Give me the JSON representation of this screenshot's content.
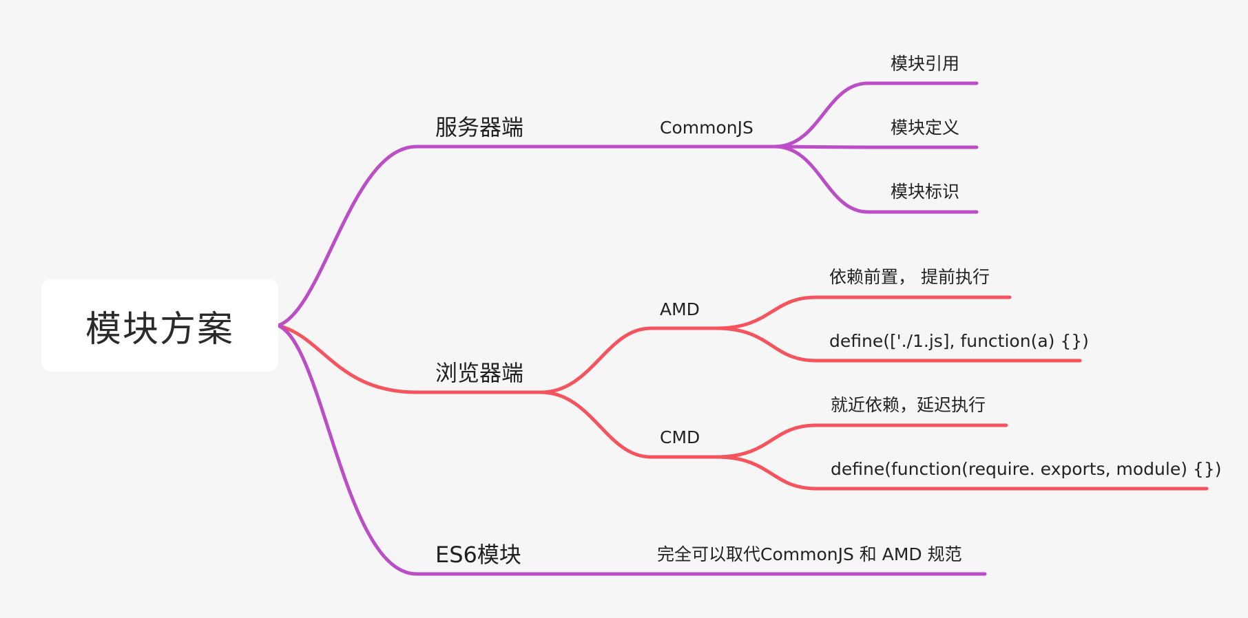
{
  "root": {
    "label": "模块方案"
  },
  "branches": [
    {
      "label": "服务器端",
      "color": "#bb4ec6",
      "children": [
        {
          "label": "CommonJS",
          "children": [
            "模块引用",
            "模块定义",
            "模块标识"
          ]
        }
      ]
    },
    {
      "label": "浏览器端",
      "color": "#f5535e",
      "children": [
        {
          "label": "AMD",
          "children": [
            "依赖前置， 提前执行",
            "define(['./1.js], function(a) {})"
          ]
        },
        {
          "label": "CMD",
          "children": [
            "就近依赖，延迟执行",
            "define(function(require. exports, module) {})"
          ]
        }
      ]
    },
    {
      "label": "ES6模块",
      "color": "#bb4ec6",
      "children": [
        {
          "label": "完全可以取代CommonJS 和 AMD 规范",
          "children": []
        }
      ]
    }
  ]
}
